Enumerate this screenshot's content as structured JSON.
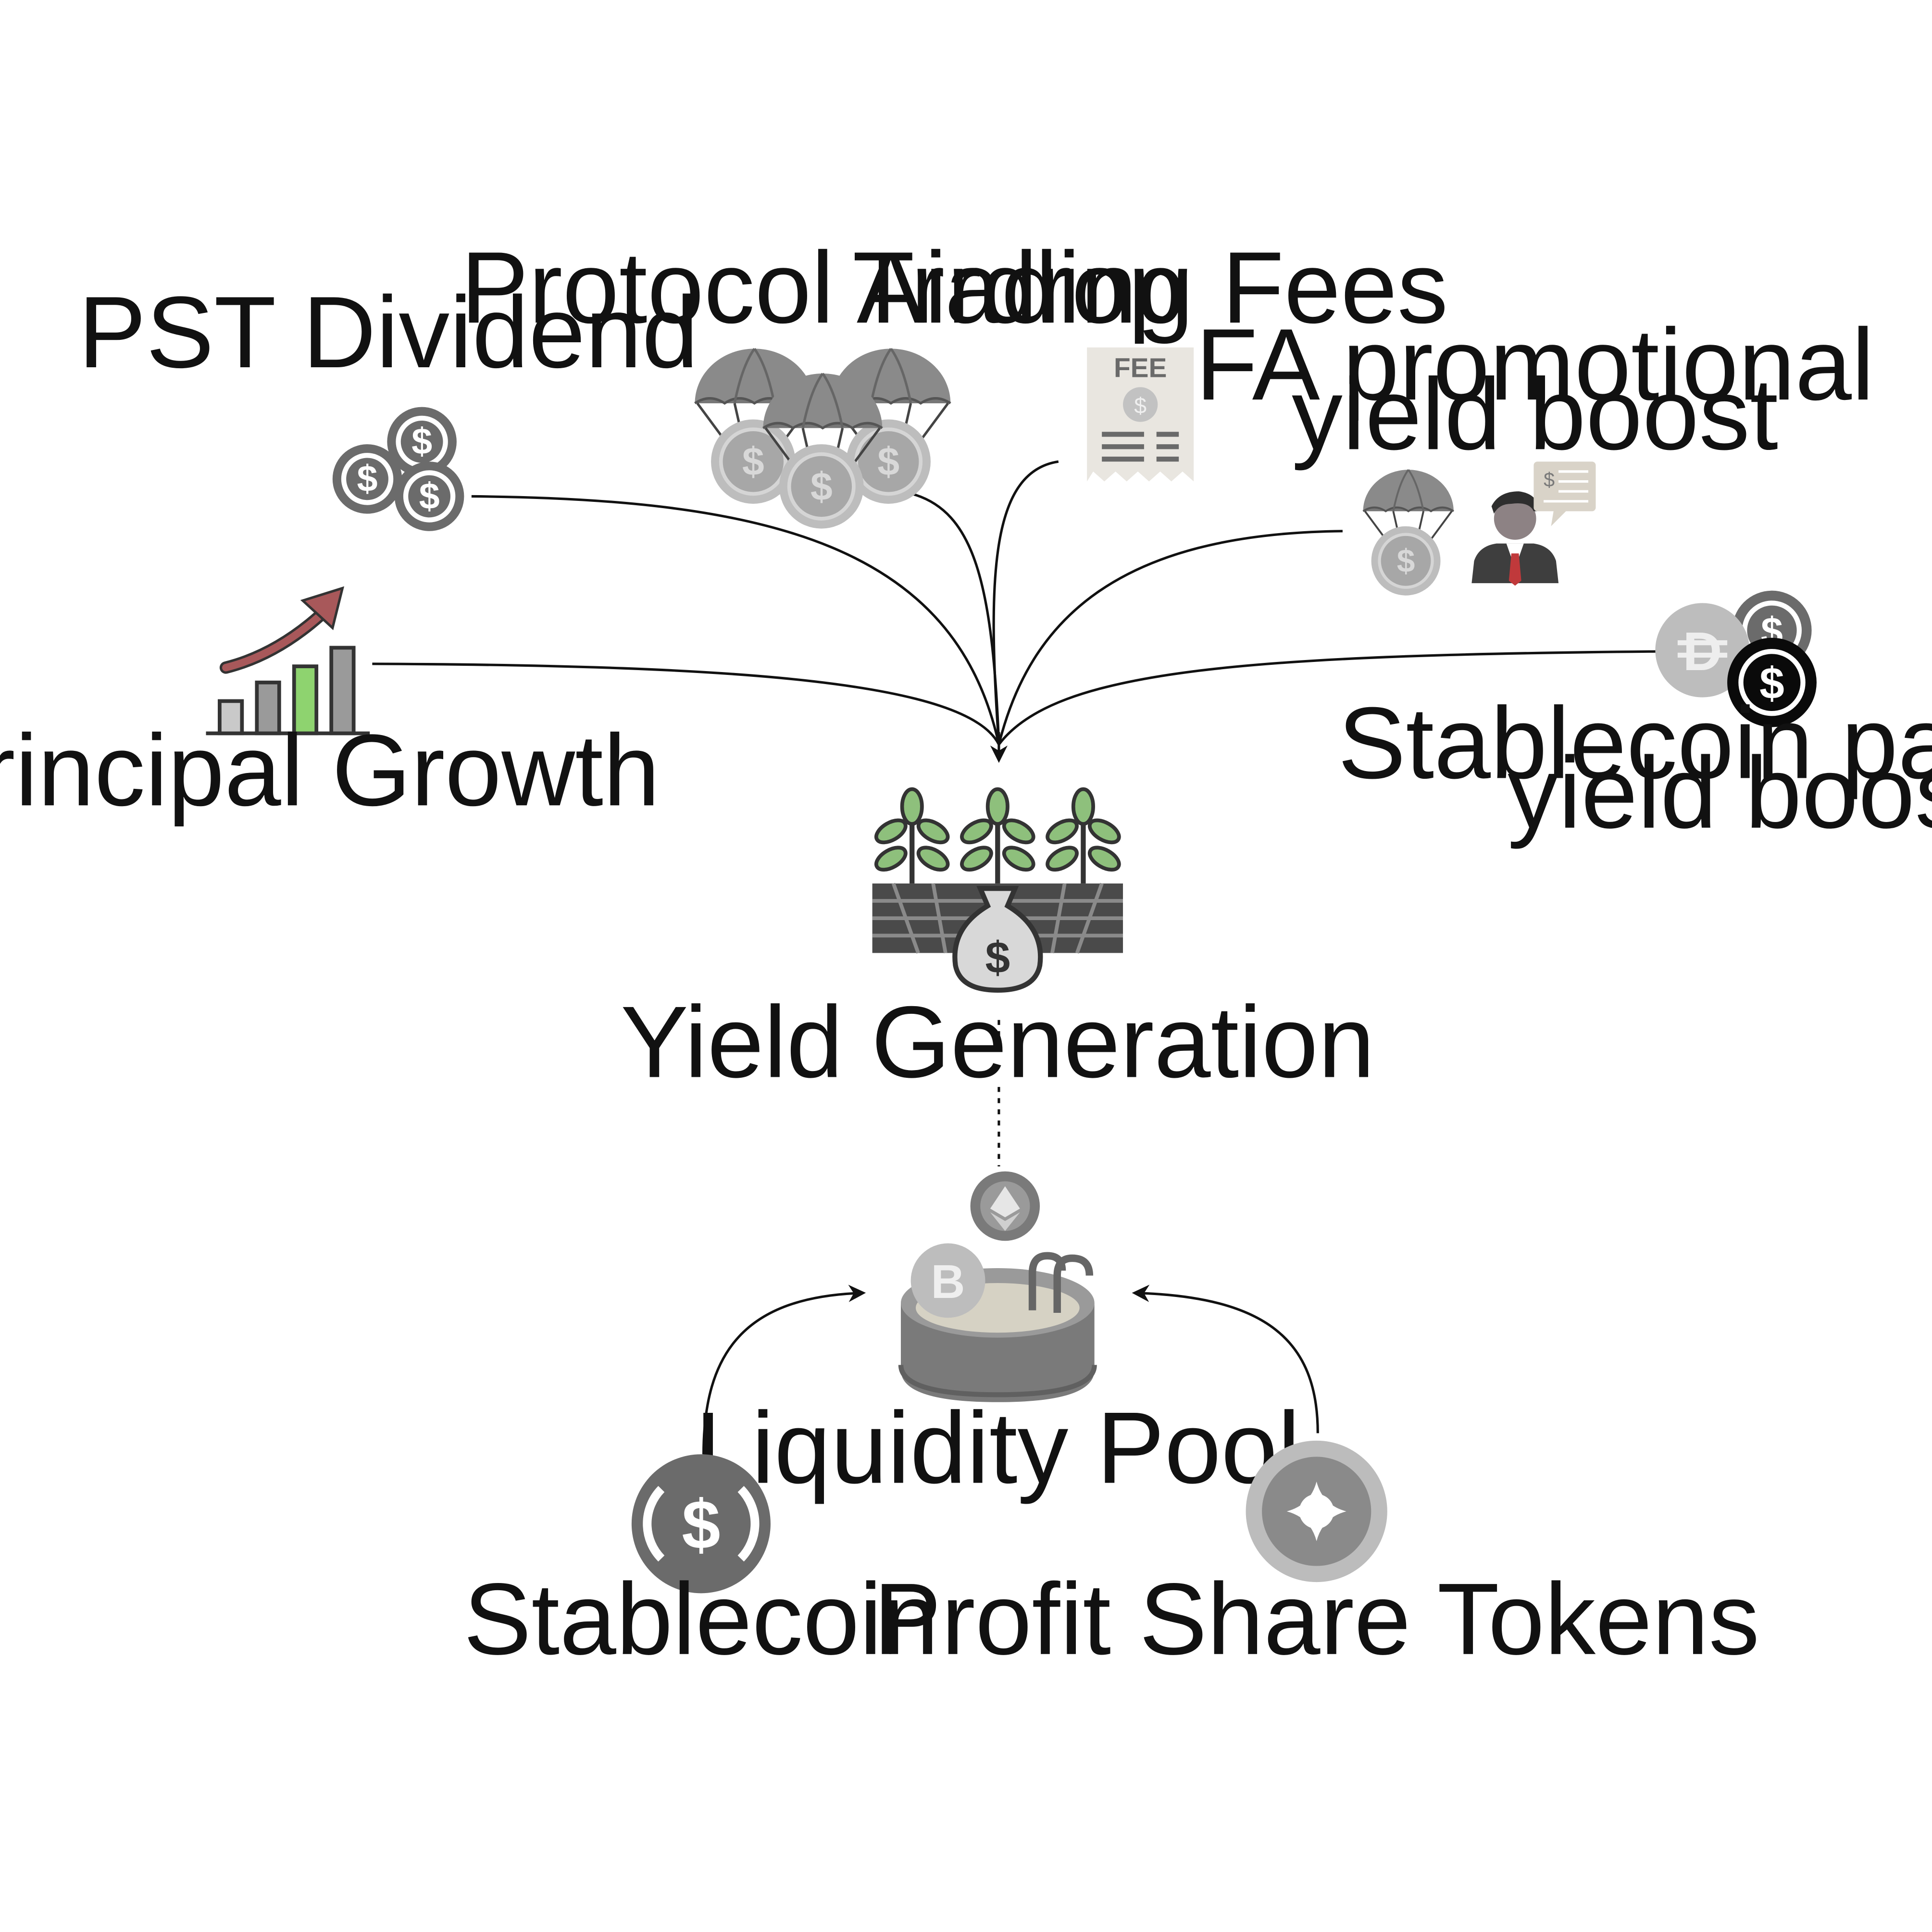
{
  "nodes": {
    "pst_dividend": {
      "label": "PST Dividend"
    },
    "protocol_airdrop": {
      "label": "Protocol Airdrop"
    },
    "trading_fees": {
      "label": "Trading Fees",
      "receipt_text": "FEE"
    },
    "fa_promotional": {
      "label_line1": "FA promotional",
      "label_line2": "yield boost"
    },
    "principal_growth": {
      "label": "Principal Growth"
    },
    "stablecoin_partner": {
      "label_line1": "Stablecoin partner",
      "label_line2": "yield boost"
    },
    "yield_generation": {
      "label": "Yield Generation"
    },
    "liquidity_pool": {
      "label": "Liquidity Pool"
    },
    "stablecoin": {
      "label": "Stablecoin"
    },
    "profit_share_tokens": {
      "label": "Profit Share Tokens"
    }
  },
  "colors": {
    "icon_dark": "#5a5a5a",
    "icon_mid": "#8a8a8a",
    "icon_light": "#bdbdbd",
    "leaf_green": "#8ec07c",
    "bar_green": "#8ed36f",
    "arrow_red": "#a8585a",
    "line": "#111111"
  },
  "icons": [
    "coins-icon",
    "parachute-coins-icon",
    "fee-receipt-icon",
    "parachute-coin-icon",
    "businessman-icon",
    "growth-chart-icon",
    "dai-coin-icon",
    "usdc-coin-icon",
    "money-farm-icon",
    "ethereum-coin-icon",
    "bitcoin-coin-icon",
    "pool-icon",
    "pst-token-icon"
  ]
}
